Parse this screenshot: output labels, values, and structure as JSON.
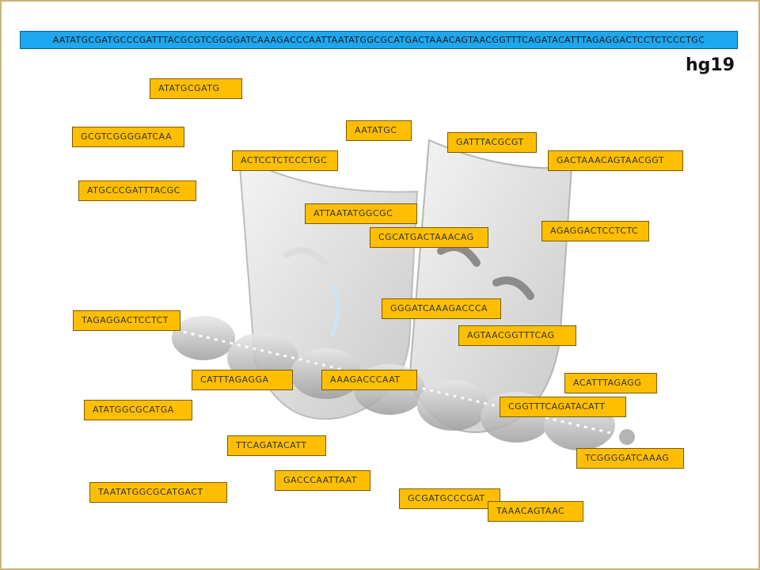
{
  "reference": {
    "sequence": "AATATGCGATGCCCGATTTACGCGTCGGGGATCAAAGACCCAATTAATATGGCGCATGACTAAACAGTAACGGTTTCAGATACATTTAGAGGACTCCTCTCCCTGC",
    "genome": "hg19",
    "color": "#1ea7ef"
  },
  "reads": [
    "ATATGCGATG",
    "AATATGC",
    "GCGTCGGGGATCAA",
    "GATTTACGCGT",
    "ACTCCTCTCCCTGC",
    "GACTAAACAGTAACGGT",
    "ATGCCCGATTTACGC",
    "ATTAATATGGCGC",
    "AGAGGACTCCTCTC",
    "CGCATGACTAAACAG",
    "GGGATCAAAGACCCA",
    "TAGAGGACTCCTCT",
    "AGTAACGGTTTCAG",
    "CATTTAGAGGA",
    "AAAGACCCAAT",
    "ACATTTAGAGG",
    "CGGTTTCAGATACATT",
    "ATATGGCGCATGA",
    "TTCAGATACATT",
    "TCGGGGATCAAAG",
    "GACCCAATTAAT",
    "TAATATGGCGCATGACT",
    "GCGATGCCCGAT",
    "TAAACAGTAAC"
  ],
  "style": {
    "read_color": "#ffbf00",
    "frame_color": "#c8b574"
  },
  "watermark": "theater-masks-and-dna-icon"
}
